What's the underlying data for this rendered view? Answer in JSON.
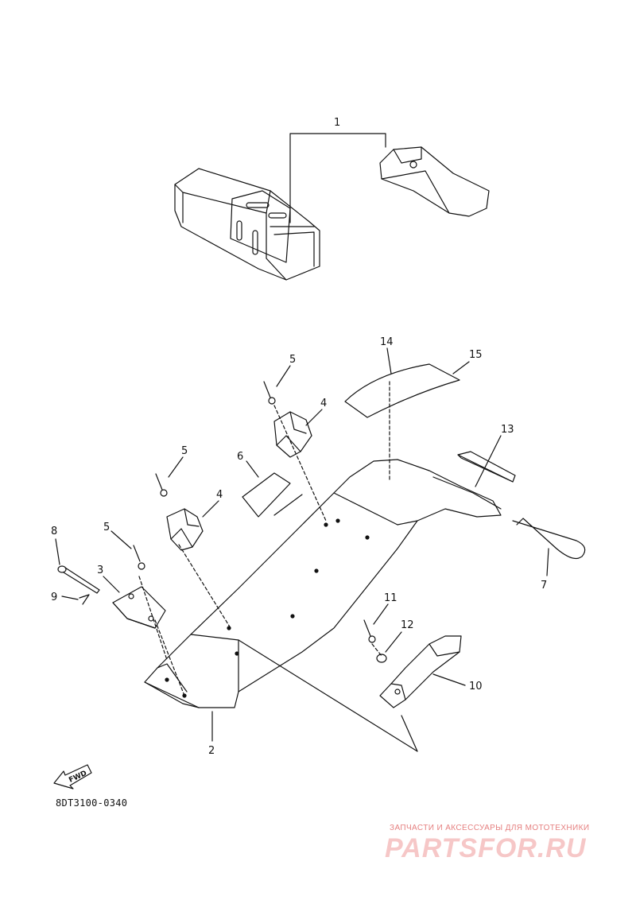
{
  "diagram": {
    "callouts": [
      "1",
      "2",
      "3",
      "4",
      "4",
      "5",
      "5",
      "5",
      "6",
      "7",
      "8",
      "9",
      "10",
      "11",
      "12",
      "13",
      "14",
      "15"
    ],
    "direction_marker": "FWD",
    "drawing_code": "8DT3100-0340"
  },
  "watermark": {
    "tagline": "ЗАПЧАСТИ И АКСЕССУАРЫ ДЛЯ МОТОТЕХНИКИ",
    "logo_text": "PARTSFOR.RU"
  },
  "colors": {
    "line": "#111111",
    "background": "#ffffff",
    "watermark": "#e03a3a"
  }
}
